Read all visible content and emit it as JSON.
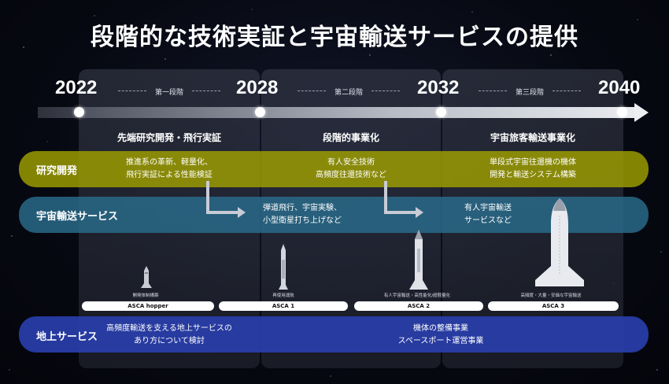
{
  "title": "段階的な技術実証と宇宙輸送サービスの提供",
  "years": [
    "2022",
    "2028",
    "2032",
    "2040"
  ],
  "phases": [
    "第一段階",
    "第二段階",
    "第三段階"
  ],
  "column_headings": [
    "先端研究開発・飛行実証",
    "段階的事業化",
    "宇宙旅客輸送事業化"
  ],
  "bands": {
    "rd": {
      "label": "研究開発",
      "col1": [
        "推進系の革新、軽量化、",
        "飛行実証による性能検証"
      ],
      "col2": [
        "有人安全技術",
        "高頻度往還技術など"
      ],
      "col3": [
        "単段式宇宙往還機の機体",
        "開発と輸送システム構築"
      ]
    },
    "space": {
      "label": "宇宙輸送サービス",
      "col2": [
        "弾道飛行、宇宙実験、",
        "小型衛星打ち上げなど"
      ],
      "col3": [
        "有人宇宙輸送",
        "サービスなど"
      ]
    },
    "ground": {
      "label": "地上サービス",
      "col1": [
        "高頻度輸送を支える地上サービスの",
        "あり方について検討"
      ],
      "col2": [
        "機体の整備事業",
        "スペースポート運営事業"
      ]
    }
  },
  "vehicles": [
    {
      "name": "ASCA hopper",
      "caption": "開発体制構築"
    },
    {
      "name": "ASCA 1",
      "caption": "再使用運航"
    },
    {
      "name": "ASCA 2",
      "caption": "有人宇宙輸送・高性能化/超軽量化"
    },
    {
      "name": "ASCA 3",
      "caption": "高頻度・大量・安価な宇宙輸送"
    }
  ],
  "colors": {
    "rd_band": "#a0a000",
    "space_band": "#2a6c8c",
    "ground_band": "#283eaa",
    "background": "#070912"
  }
}
